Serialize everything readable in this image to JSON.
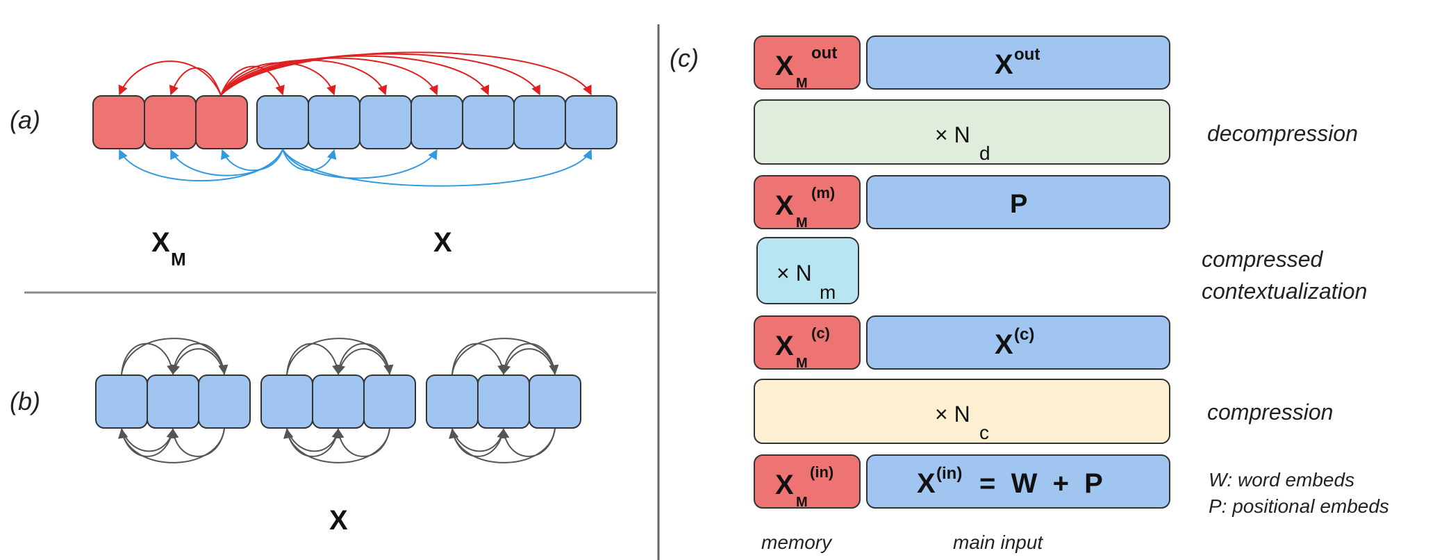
{
  "panel_a": {
    "label": "(a)",
    "memory_label": "X",
    "memory_sub": "M",
    "main_label": "X"
  },
  "panel_b": {
    "label": "(b)",
    "main_label": "X"
  },
  "panel_c": {
    "label": "(c)",
    "rows": {
      "out": {
        "mem_main": "X",
        "mem_sub": "M",
        "mem_sup": "out",
        "main_main": "X",
        "main_sup": "out"
      },
      "decomp": {
        "times": "× N",
        "sub": "d",
        "desc": "decompression"
      },
      "m": {
        "mem_main": "X",
        "mem_sub": "M",
        "mem_sup": "(m)",
        "main_text": "P"
      },
      "ctx": {
        "times": "× N",
        "sub": "m",
        "desc_line1": "compressed",
        "desc_line2": "contextualization"
      },
      "c": {
        "mem_main": "X",
        "mem_sub": "M",
        "mem_sup": "(c)",
        "main_main": "X",
        "main_sup": "(c)"
      },
      "comp": {
        "times": "× N",
        "sub": "c",
        "desc": "compression"
      },
      "in": {
        "mem_main": "X",
        "mem_sub": "M",
        "mem_sup": "(in)",
        "main_main": "X",
        "main_sup": "(in)",
        "main_rest": "=  W  +  P",
        "note_line1": "W: word embeds",
        "note_line2": "P: positional embeds"
      }
    },
    "footer_memory": "memory",
    "footer_main": "main input"
  },
  "colors": {
    "memory": "#ee7474",
    "main": "#9fc5f0",
    "decompression": "#e0ecdc",
    "contextualization": "#b7e6f2",
    "compression": "#fdefd1",
    "red_arrow": "#e02020",
    "blue_arrow": "#2f9ae0",
    "gray_arrow": "#555555"
  }
}
